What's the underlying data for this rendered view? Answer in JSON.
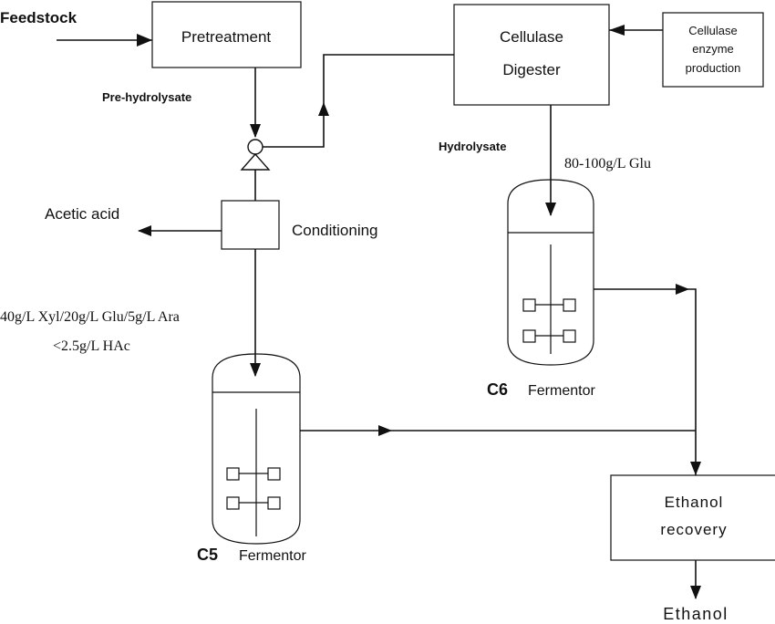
{
  "labels": {
    "feedstock": "Feedstock",
    "pretreatment": "Pretreatment",
    "pre_hydrolysate": "Pre-hydrolysate",
    "cellulase_digester_line1": "Cellulase",
    "cellulase_digester_line2": "Digester",
    "enzyme_line1": "Cellulase",
    "enzyme_line2": "enzyme",
    "enzyme_line3": "production",
    "hydrolysate": "Hydrolysate",
    "glu_concentration": "80-100g/L Glu",
    "acetic_acid": "Acetic acid",
    "conditioning": "Conditioning",
    "c5_stream_line1": "40g/L Xyl/20g/L Glu/5g/L Ara",
    "c5_stream_line2": "<2.5g/L HAc",
    "c6_bold": "C6",
    "c6_fermentor": "Fermentor",
    "c5_bold": "C5",
    "c5_fermentor": "Fermentor",
    "ethanol_recovery_line1": "Ethanol",
    "ethanol_recovery_line2": "recovery",
    "ethanol": "Ethanol"
  }
}
